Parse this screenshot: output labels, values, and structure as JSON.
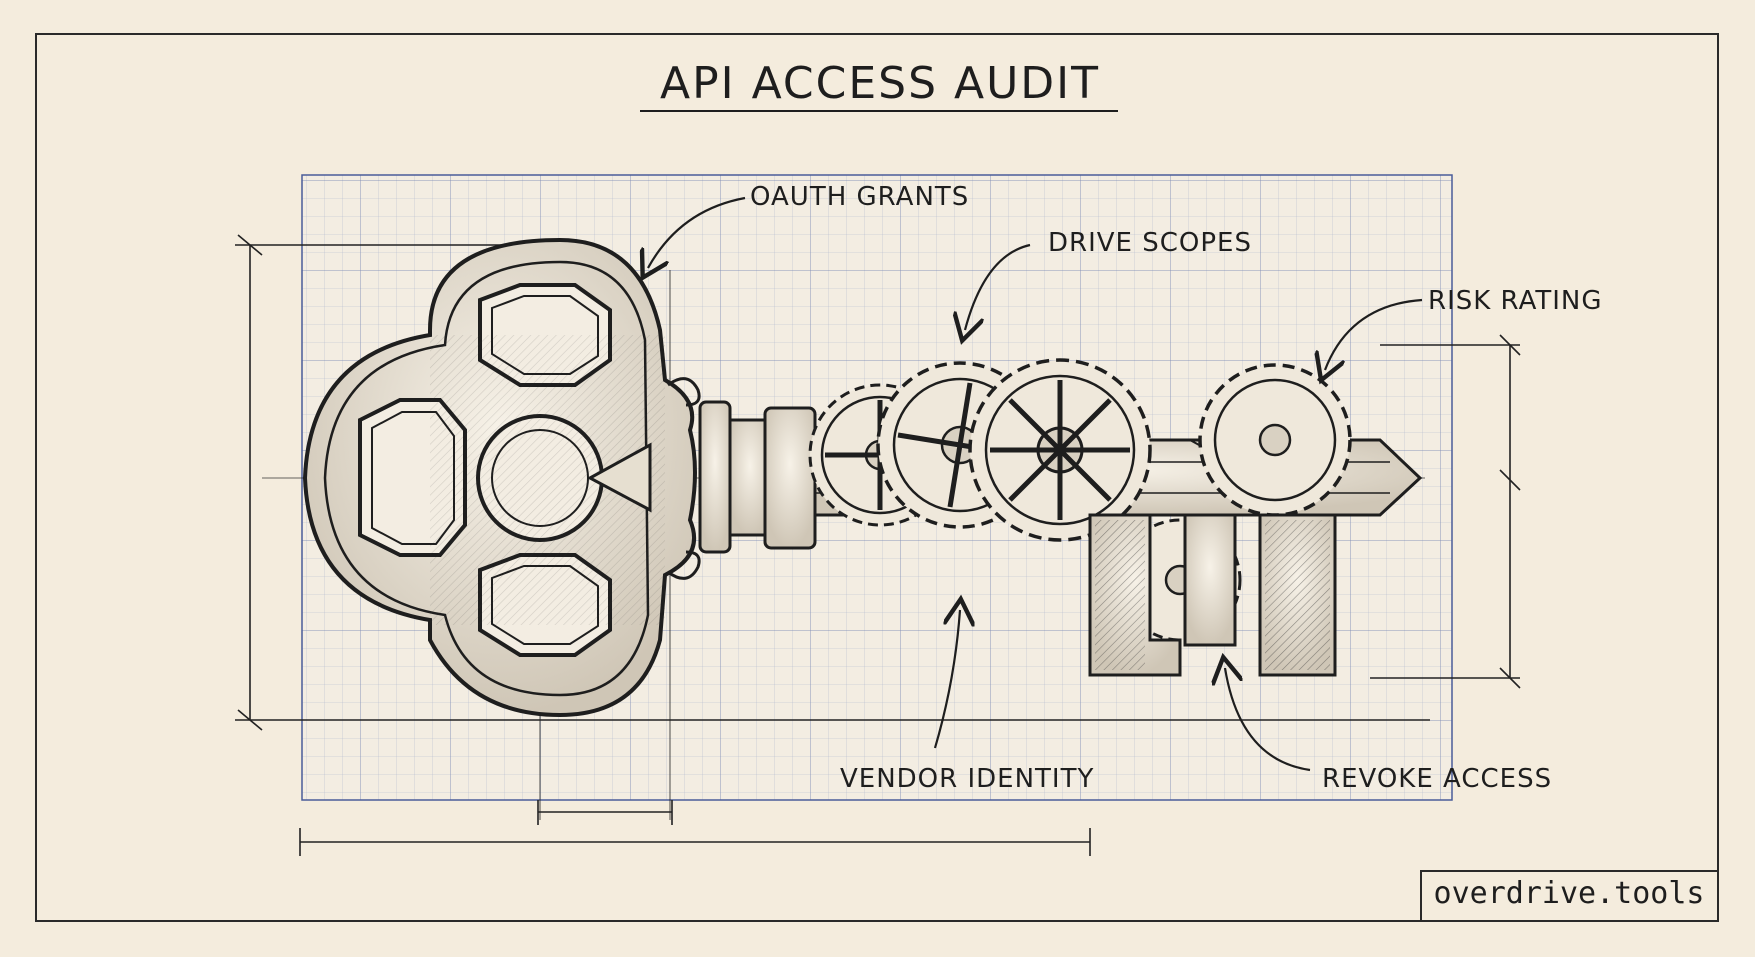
{
  "diagram": {
    "title": "API ACCESS AUDIT",
    "callouts": {
      "oauth_grants": "OAUTH GRANTS",
      "drive_scopes": "DRIVE SCOPES",
      "risk_rating": "RISK RATING",
      "vendor_identity": "VENDOR IDENTITY",
      "revoke_access": "REVOKE ACCESS"
    },
    "brand": "overdrive.tools"
  },
  "colors": {
    "paper": "#f4ecdd",
    "ink": "#1e1e1e",
    "grid": "#5b6fa8"
  },
  "icons": [
    "key-illustration",
    "gear-icon",
    "arrow-icon"
  ]
}
